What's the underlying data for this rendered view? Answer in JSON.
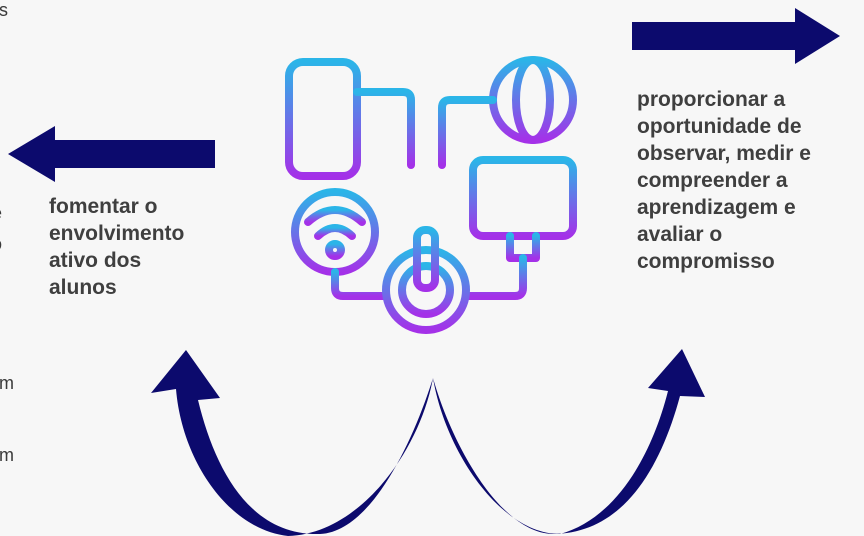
{
  "left_edge_fragments": [
    "s",
    "e",
    "o",
    "m",
    "m"
  ],
  "left_text": {
    "lines": [
      "fomentar o",
      "envolvimento",
      "ativo dos",
      "alunos"
    ]
  },
  "right_text": {
    "lines": [
      "proporcionar a",
      "oportunidade de",
      "observar, medir e",
      "compreender a",
      "aprendizagem e",
      "avaliar o",
      "compromisso"
    ]
  },
  "icon": {
    "name": "technology-devices-icon",
    "gradient": [
      "#2bb5e8",
      "#a431e8"
    ]
  },
  "colors": {
    "arrow": "#0c0a6d",
    "text": "#3f3f3f",
    "background": "#f7f7f7"
  }
}
